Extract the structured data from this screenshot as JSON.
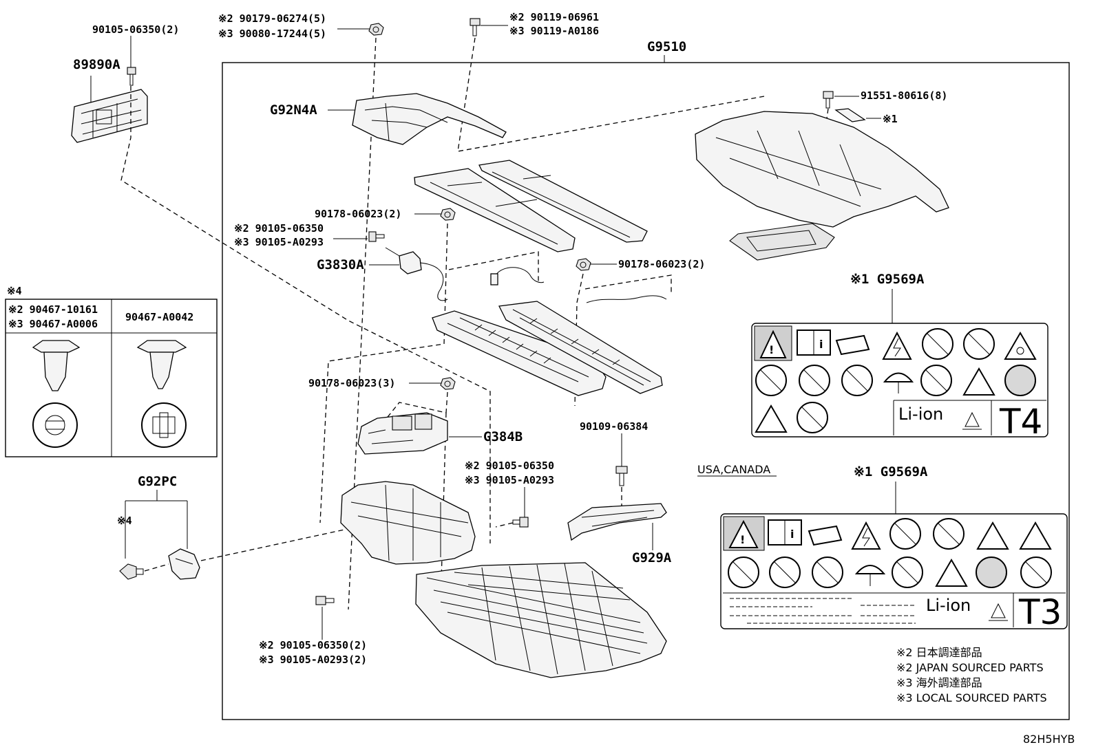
{
  "labels": {
    "g9510": "G9510",
    "p90105_top": "90105-06350(2)",
    "p89890a": "89890A",
    "p90179_a": "※2 90179-06274(5)",
    "p90179_b": "※3 90080-17244(5)",
    "p90119_a": "※2 90119-06961",
    "p90119_b": "※3 90119-A0186",
    "g92n4a": "G92N4A",
    "p91551": "91551-80616(8)",
    "mark1_top": "※1",
    "p90178_1": "90178-06023(2)",
    "p90105_mid_a": "※2 90105-06350",
    "p90105_mid_b": "※3 90105-A0293",
    "g3830a": "G3830A",
    "p90178_2": "90178-06023(2)",
    "g9569a_1": "※1 G9569A",
    "p90178_3": "90178-06023(3)",
    "g384b": "G384B",
    "p90109": "90109-06384",
    "usa_canada": "USA,CANADA",
    "g9569a_2": "※1 G9569A",
    "p90105_low_a": "※2 90105-06350",
    "p90105_low_b": "※3 90105-A0293",
    "g92pc": "G92PC",
    "mark4_left": "※4",
    "g929a": "G929A",
    "p90105_bot_a": "※2 90105-06350(2)",
    "p90105_bot_b": "※3 90105-A0293(2)",
    "ref_code": "82H5HYB"
  },
  "clip_table": {
    "title": "※4",
    "col1_a": "※2 90467-10161",
    "col1_b": "※3 90467-A0006",
    "col2": "90467-A0042"
  },
  "warning_label_1": {
    "li": "Li-ion",
    "code": "T4"
  },
  "warning_label_2": {
    "li": "Li-ion",
    "code": "T3"
  },
  "legend": [
    "※2 日本調達部品",
    "※2 JAPAN SOURCED PARTS",
    "※3 海外調達部品",
    "※3 LOCAL SOURCED PARTS"
  ]
}
